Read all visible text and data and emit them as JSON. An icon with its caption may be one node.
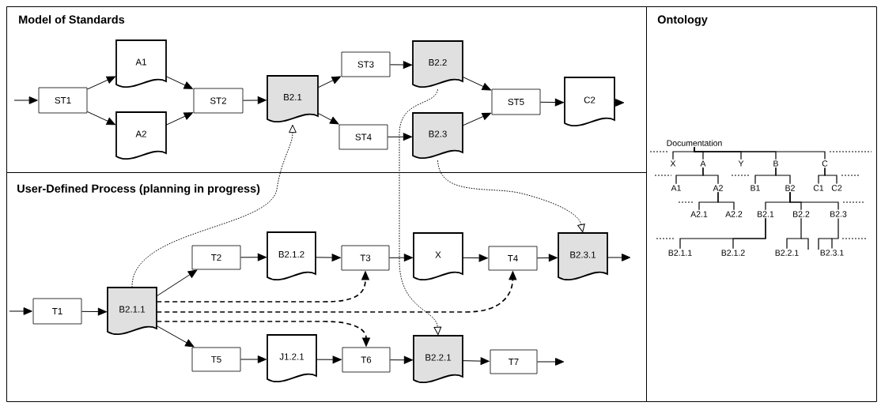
{
  "diagram": {
    "nodes": [
      {
        "text": [
          "Model of Standards"
        ]
      },
      {
        "text": [
          "User-Defined Process (planning in progress)"
        ]
      },
      {
        "text": [
          "Ontology"
        ]
      },
      {
        "text": [
          "ST1"
        ],
        "in": 0
      },
      {
        "text": [
          "A1"
        ],
        "in": 0
      },
      {
        "text": [
          "A2"
        ],
        "in": 0
      },
      {
        "text": [
          "ST2"
        ],
        "in": 0
      },
      {
        "text": [
          "B2.1"
        ],
        "in": 0
      },
      {
        "text": [
          "ST3"
        ],
        "in": 0
      },
      {
        "text": [
          "ST4"
        ],
        "in": 0
      },
      {
        "text": [
          "B2.2"
        ],
        "in": 0
      },
      {
        "text": [
          "B2.3"
        ],
        "in": 0
      },
      {
        "text": [
          "ST5"
        ],
        "in": 0
      },
      {
        "text": [
          "C2"
        ],
        "in": 0
      },
      {
        "text": [
          "T1"
        ],
        "in": 1
      },
      {
        "text": [
          "B2.1.1"
        ],
        "in": 1
      },
      {
        "text": [
          "T2"
        ],
        "in": 1
      },
      {
        "text": [
          "B2.1.2"
        ],
        "in": 1
      },
      {
        "text": [
          "T3"
        ],
        "in": 1
      },
      {
        "text": [
          "X"
        ],
        "in": 1
      },
      {
        "text": [
          "T4"
        ],
        "in": 1
      },
      {
        "text": [
          "B2.3.1"
        ],
        "in": 1
      },
      {
        "text": [
          "T5"
        ],
        "in": 1
      },
      {
        "text": [
          "J1.2.1"
        ],
        "in": 1
      },
      {
        "text": [
          "T6"
        ],
        "in": 1
      },
      {
        "text": [
          "B2.2.1"
        ],
        "in": 1
      },
      {
        "text": [
          "T7"
        ],
        "in": 1
      },
      {
        "text": [
          "Documentation"
        ],
        "in": 2
      },
      {
        "text": [
          "X"
        ],
        "in": 2
      },
      {
        "text": [
          "A"
        ],
        "in": 2
      },
      {
        "text": [
          "Y"
        ],
        "in": 2
      },
      {
        "text": [
          "B"
        ],
        "in": 2
      },
      {
        "text": [
          "C"
        ],
        "in": 2
      },
      {
        "text": [
          "A1"
        ],
        "in": 2
      },
      {
        "text": [
          "A2"
        ],
        "in": 2
      },
      {
        "text": [
          "B1"
        ],
        "in": 2
      },
      {
        "text": [
          "B2"
        ],
        "in": 2
      },
      {
        "text": [
          "C1"
        ],
        "in": 2
      },
      {
        "text": [
          "C2"
        ],
        "in": 2
      },
      {
        "text": [
          "A2.1"
        ],
        "in": 2
      },
      {
        "text": [
          "A2.2"
        ],
        "in": 2
      },
      {
        "text": [
          "B2.1"
        ],
        "in": 2
      },
      {
        "text": [
          "B2.2"
        ],
        "in": 2
      },
      {
        "text": [
          "B2.3"
        ],
        "in": 2
      },
      {
        "text": [
          "B2.1.1"
        ],
        "in": 2
      },
      {
        "text": [
          "B2.1.2"
        ],
        "in": 2
      },
      {
        "text": [
          "B2.2.1"
        ],
        "in": 2
      },
      {
        "text": [
          "B2.3.1"
        ],
        "in": 2
      }
    ],
    "edges": [
      {
        "from": null,
        "to": 3,
        "arrow": "to"
      },
      {
        "from": 3,
        "to": 4,
        "arrow": "to"
      },
      {
        "from": 3,
        "to": 5,
        "arrow": "to"
      },
      {
        "from": 4,
        "to": 6,
        "arrow": "to"
      },
      {
        "from": 5,
        "to": 6,
        "arrow": "to"
      },
      {
        "from": 6,
        "to": 7,
        "arrow": "to"
      },
      {
        "from": 7,
        "to": 8,
        "arrow": "to"
      },
      {
        "from": 7,
        "to": 9,
        "arrow": "to"
      },
      {
        "from": 8,
        "to": 10,
        "arrow": "to"
      },
      {
        "from": 9,
        "to": 11,
        "arrow": "to"
      },
      {
        "from": 10,
        "to": 12,
        "arrow": "to"
      },
      {
        "from": 11,
        "to": 12,
        "arrow": "to"
      },
      {
        "from": 12,
        "to": 13,
        "arrow": "to"
      },
      {
        "from": 13,
        "to": null,
        "arrow": "to"
      },
      {
        "from": null,
        "to": 14,
        "arrow": "to"
      },
      {
        "from": 14,
        "to": 15,
        "arrow": "to"
      },
      {
        "from": 15,
        "to": 16,
        "arrow": "to"
      },
      {
        "from": 15,
        "to": 22,
        "arrow": "to"
      },
      {
        "from": 16,
        "to": 17,
        "arrow": "to"
      },
      {
        "from": 17,
        "to": 18,
        "arrow": "to"
      },
      {
        "from": 18,
        "to": 19,
        "arrow": "to"
      },
      {
        "from": 19,
        "to": 20,
        "arrow": "to"
      },
      {
        "from": 20,
        "to": 21,
        "arrow": "to"
      },
      {
        "from": 21,
        "to": null,
        "arrow": "to"
      },
      {
        "from": 22,
        "to": 23,
        "arrow": "to"
      },
      {
        "from": 23,
        "to": 24,
        "arrow": "to"
      },
      {
        "from": 24,
        "to": 25,
        "arrow": "to"
      },
      {
        "from": 25,
        "to": 26,
        "arrow": "to"
      },
      {
        "from": 26,
        "to": null,
        "arrow": "to"
      },
      {
        "from": 15,
        "to": 18,
        "arrow": "to",
        "style": "dashed"
      },
      {
        "from": 15,
        "to": 20,
        "arrow": "to",
        "style": "dashed"
      },
      {
        "from": 15,
        "to": 24,
        "arrow": "to",
        "style": "dashed"
      },
      {
        "from": 15,
        "to": 7,
        "arrow": "to",
        "style": "dashed"
      },
      {
        "from": 10,
        "to": 25,
        "arrow": "to",
        "style": "dashed"
      },
      {
        "from": 11,
        "to": 21,
        "arrow": "to",
        "style": "dashed"
      },
      {
        "from": 27,
        "to": 28,
        "arrow": "none"
      },
      {
        "from": 27,
        "to": 29,
        "arrow": "none"
      },
      {
        "from": 27,
        "to": 30,
        "arrow": "none"
      },
      {
        "from": 27,
        "to": 31,
        "arrow": "none"
      },
      {
        "from": 27,
        "to": 32,
        "arrow": "none"
      },
      {
        "from": 29,
        "to": 33,
        "arrow": "none"
      },
      {
        "from": 29,
        "to": 34,
        "arrow": "none"
      },
      {
        "from": 31,
        "to": 35,
        "arrow": "none"
      },
      {
        "from": 31,
        "to": 36,
        "arrow": "none"
      },
      {
        "from": 32,
        "to": 37,
        "arrow": "none"
      },
      {
        "from": 32,
        "to": 38,
        "arrow": "none"
      },
      {
        "from": 34,
        "to": 39,
        "arrow": "none"
      },
      {
        "from": 34,
        "to": 40,
        "arrow": "none"
      },
      {
        "from": 36,
        "to": 41,
        "arrow": "none"
      },
      {
        "from": 36,
        "to": 42,
        "arrow": "none"
      },
      {
        "from": 36,
        "to": 43,
        "arrow": "none"
      },
      {
        "from": 41,
        "to": 44,
        "arrow": "none"
      },
      {
        "from": 41,
        "to": 45,
        "arrow": "none"
      },
      {
        "from": 42,
        "to": 46,
        "arrow": "none"
      },
      {
        "from": 43,
        "to": 47,
        "arrow": "none"
      }
    ]
  }
}
